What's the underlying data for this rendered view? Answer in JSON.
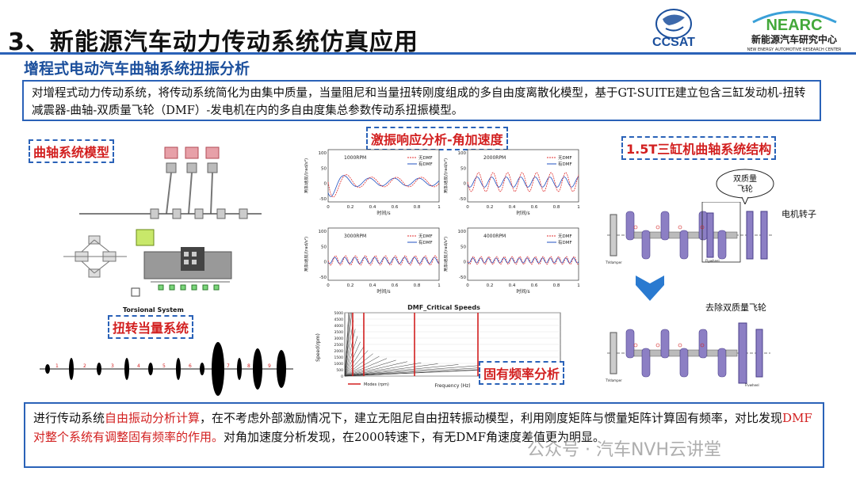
{
  "header": {
    "title": "3、新能源汽车动力传动系统仿真应用",
    "subtitle": "增程式电动汽车曲轴系统扭振分析"
  },
  "logos": {
    "ccsat": "CCSAT",
    "nearc_mark": "NEARC",
    "nearc_cn": "新能源汽车研究中心",
    "nearc_en": "NEW ENERGY AUTOMOTIVE RESEARCH CENTER"
  },
  "intro": {
    "text": "对增程式动力传动系统，将传动系统简化为由集中质量，当量阻尼和当量扭转刚度组成的多自由度离散化模型，基于GT-SUITE建立包含三缸发动机-扭转减震器-曲轴-双质量飞轮（DMF）-发电机在内的多自由度集总参数传动系扭振模型。"
  },
  "labels": {
    "crank_model": "曲轴系统模型",
    "torsional_equiv": "扭转当量系统",
    "torsional_system_caption": "Torsional System",
    "response": "激振响应分析-角加速度",
    "natural_freq": "固有频率分析",
    "engine_structure": "1.5T三缸机曲轴系统结构",
    "dmf_bubble_1": "双质量",
    "dmf_bubble_2": "飞轮",
    "motor_rotor": "电机转子",
    "remove_dmf": "去除双质量飞轮",
    "tvdamper": "TVdamper",
    "flywheel": "Flywheel"
  },
  "response_panels": [
    {
      "rpm": "1000RPM",
      "legend": [
        "无DMF",
        "有DMF"
      ]
    },
    {
      "rpm": "2000RPM",
      "legend": [
        "无DMF",
        "有DMF"
      ]
    },
    {
      "rpm": "3000RPM",
      "legend": [
        "无DMF",
        "有DMF"
      ]
    },
    {
      "rpm": "4000RPM",
      "legend": [
        "无DMF",
        "有DMF"
      ]
    }
  ],
  "response_axes": {
    "xlabel": "时间/s",
    "ylabel": "角加速度/(rad/s²)",
    "xticks": [
      "0",
      "0.2",
      "0.4",
      "0.6",
      "0.8",
      "1"
    ],
    "yticks": [
      "100",
      "50",
      "0",
      "-50"
    ]
  },
  "campbell": {
    "title": "DMF_Critical Speeds",
    "xlabel": "Frequency (Hz)",
    "ylabel": "Speed(rpm)",
    "legend": "Modes (rpm)",
    "yticks": [
      "5000",
      "4500",
      "4000",
      "3500",
      "3000",
      "2500",
      "2000",
      "1500",
      "1000",
      "500",
      "0"
    ]
  },
  "conclusion": {
    "part1": "进行传动系统",
    "part2": "自由振动分析计算",
    "part3": "，在不考虑外部激励情况下，建立无阻尼自由扭转振动模型，利用刚度矩阵与惯量矩阵计算固有频率，对比发现",
    "part4": "DMF对整个系统有调整固有频率的作用。",
    "part5": "对角加速度分析发现，在2000转速下，有无DMF角速度差值更为明显。"
  },
  "watermark": "公众号 · 汽车NVH云讲堂",
  "colors": {
    "accent_blue": "#2a62b8",
    "highlight_red": "#d21f1f",
    "curve_red": "#e03030",
    "curve_blue": "#2050c0",
    "crank_purple": "#8c7fc4"
  }
}
